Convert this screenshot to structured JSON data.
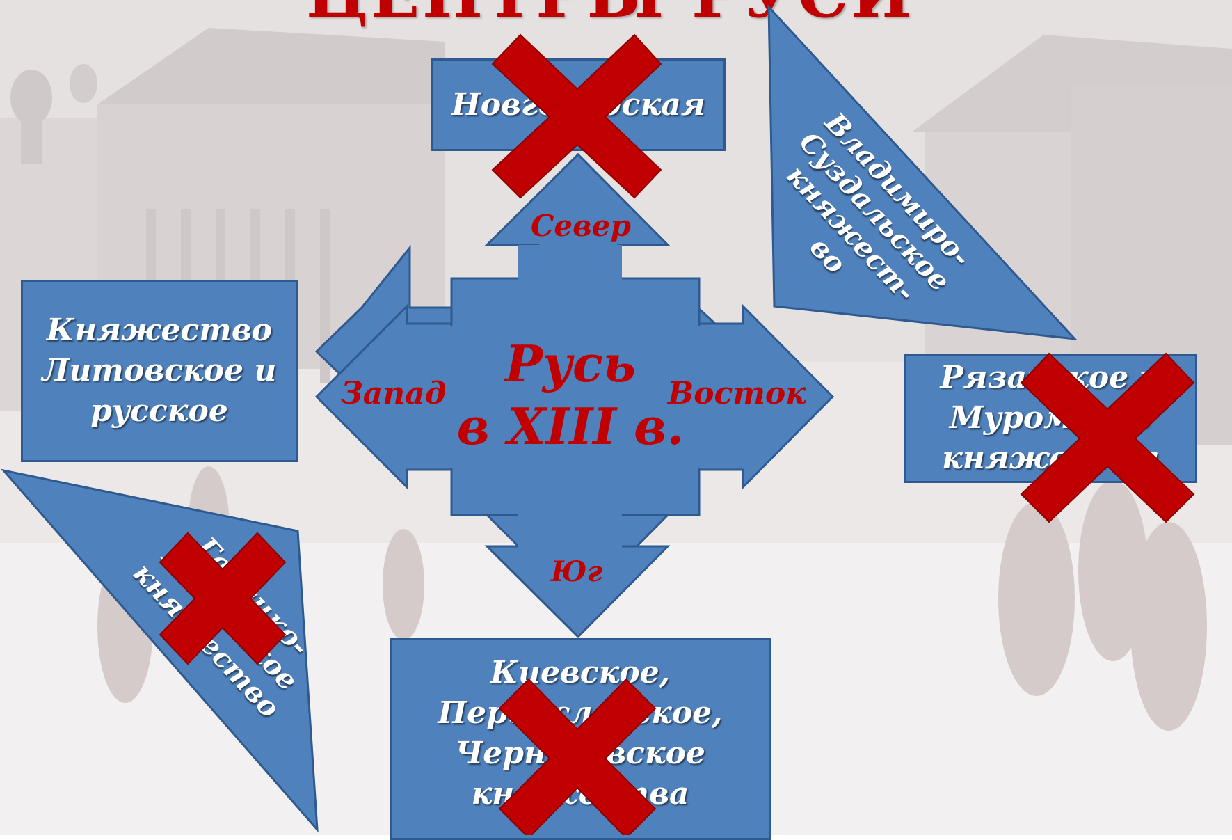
{
  "title": "ЦЕНТРЫ РУСИ",
  "center": {
    "line1": "Русь",
    "line2": "в XIII в."
  },
  "directions": {
    "north": "Север",
    "south": "Юг",
    "west": "Запад",
    "east": "Восток"
  },
  "principalities": {
    "novgorod": {
      "text": "Новгородская",
      "crossed": true
    },
    "vladimir": {
      "lines": [
        "Владимиро-",
        "Суздальское",
        "княжест-",
        "во"
      ],
      "crossed": false
    },
    "lithuania": {
      "lines": [
        "Княжество",
        "Литовское и",
        "русское"
      ],
      "crossed": false
    },
    "ryazan": {
      "lines": [
        "Рязанское и",
        "Муромское",
        "княжества"
      ],
      "crossed": true
    },
    "galicia": {
      "lines": [
        "Галицко-",
        "Волынское",
        "княжество"
      ],
      "crossed": true
    },
    "kiev": {
      "lines": [
        "Киевское,",
        "Переяславское,",
        "Черниговское",
        "княжества"
      ],
      "crossed": true
    }
  },
  "colors": {
    "shape_fill": "#4F81BD",
    "shape_border": "#2F5A8F",
    "cross": "#C00000",
    "direction_text": "#C00000",
    "title": "#C00000"
  }
}
